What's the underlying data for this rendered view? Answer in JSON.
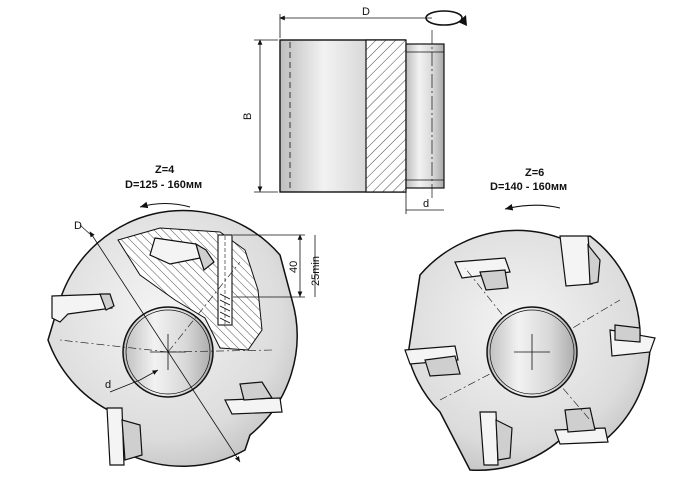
{
  "side_view": {
    "dim_diameter": "D",
    "dim_width": "B",
    "dim_bore": "d"
  },
  "cutter_left": {
    "teeth": "Z=4",
    "diameter_range": "D=125 - 160мм",
    "dim_diameter": "D",
    "dim_bore": "d",
    "dim_depth": "40",
    "dim_min": "25min"
  },
  "cutter_right": {
    "teeth": "Z=6",
    "diameter_range": "D=140 - 160мм"
  },
  "colors": {
    "line": "#111111",
    "body_fill": "#e4e4e4",
    "shade": "#c9c9c9",
    "background": "#ffffff"
  },
  "icons": [
    "rotation-arrow-icon",
    "direction-arrow-icon"
  ]
}
